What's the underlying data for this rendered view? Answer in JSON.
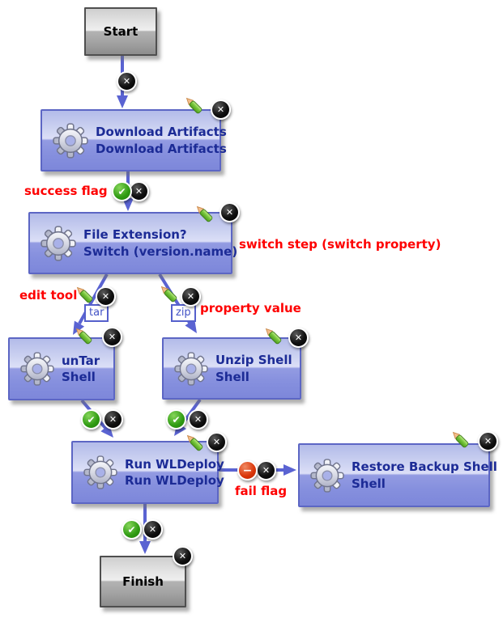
{
  "nodes": {
    "start": {
      "label": "Start"
    },
    "download_artifacts": {
      "title": "Download Artifacts",
      "subtitle": "Download Artifacts"
    },
    "file_extension": {
      "title": "File Extension?",
      "subtitle": "Switch (version.name)"
    },
    "untar": {
      "title": "unTar",
      "subtitle": "Shell"
    },
    "unzip": {
      "title": "Unzip Shell",
      "subtitle": "Shell"
    },
    "run_wldeploy": {
      "title": "Run WLDeploy",
      "subtitle": "Run WLDeploy"
    },
    "restore_backup": {
      "title": "Restore Backup Shell",
      "subtitle": "Shell"
    },
    "finish": {
      "label": "Finish"
    }
  },
  "annotations": {
    "success_flag": "success flag",
    "switch_step": "switch step (switch property)",
    "edit_tool": "edit tool",
    "property_value": "property value",
    "fail_flag": "fail flag"
  },
  "transition_labels": {
    "tar": "tar",
    "zip": "zip"
  },
  "icons": {
    "delete": "✕",
    "success_flag": "✔",
    "fail_flag": "−",
    "edit": "pencil-shape",
    "step": "gear-shape"
  },
  "colors": {
    "node_blue_border": "#5c66c4",
    "node_blue_text": "#1c2b96",
    "node_gray_text": "#000000",
    "arrow": "#5a63d2",
    "annotation_red": "#fe0000",
    "delete_icon": "#000000",
    "success_icon": "#2e9a12",
    "fail_icon": "#d93307"
  }
}
